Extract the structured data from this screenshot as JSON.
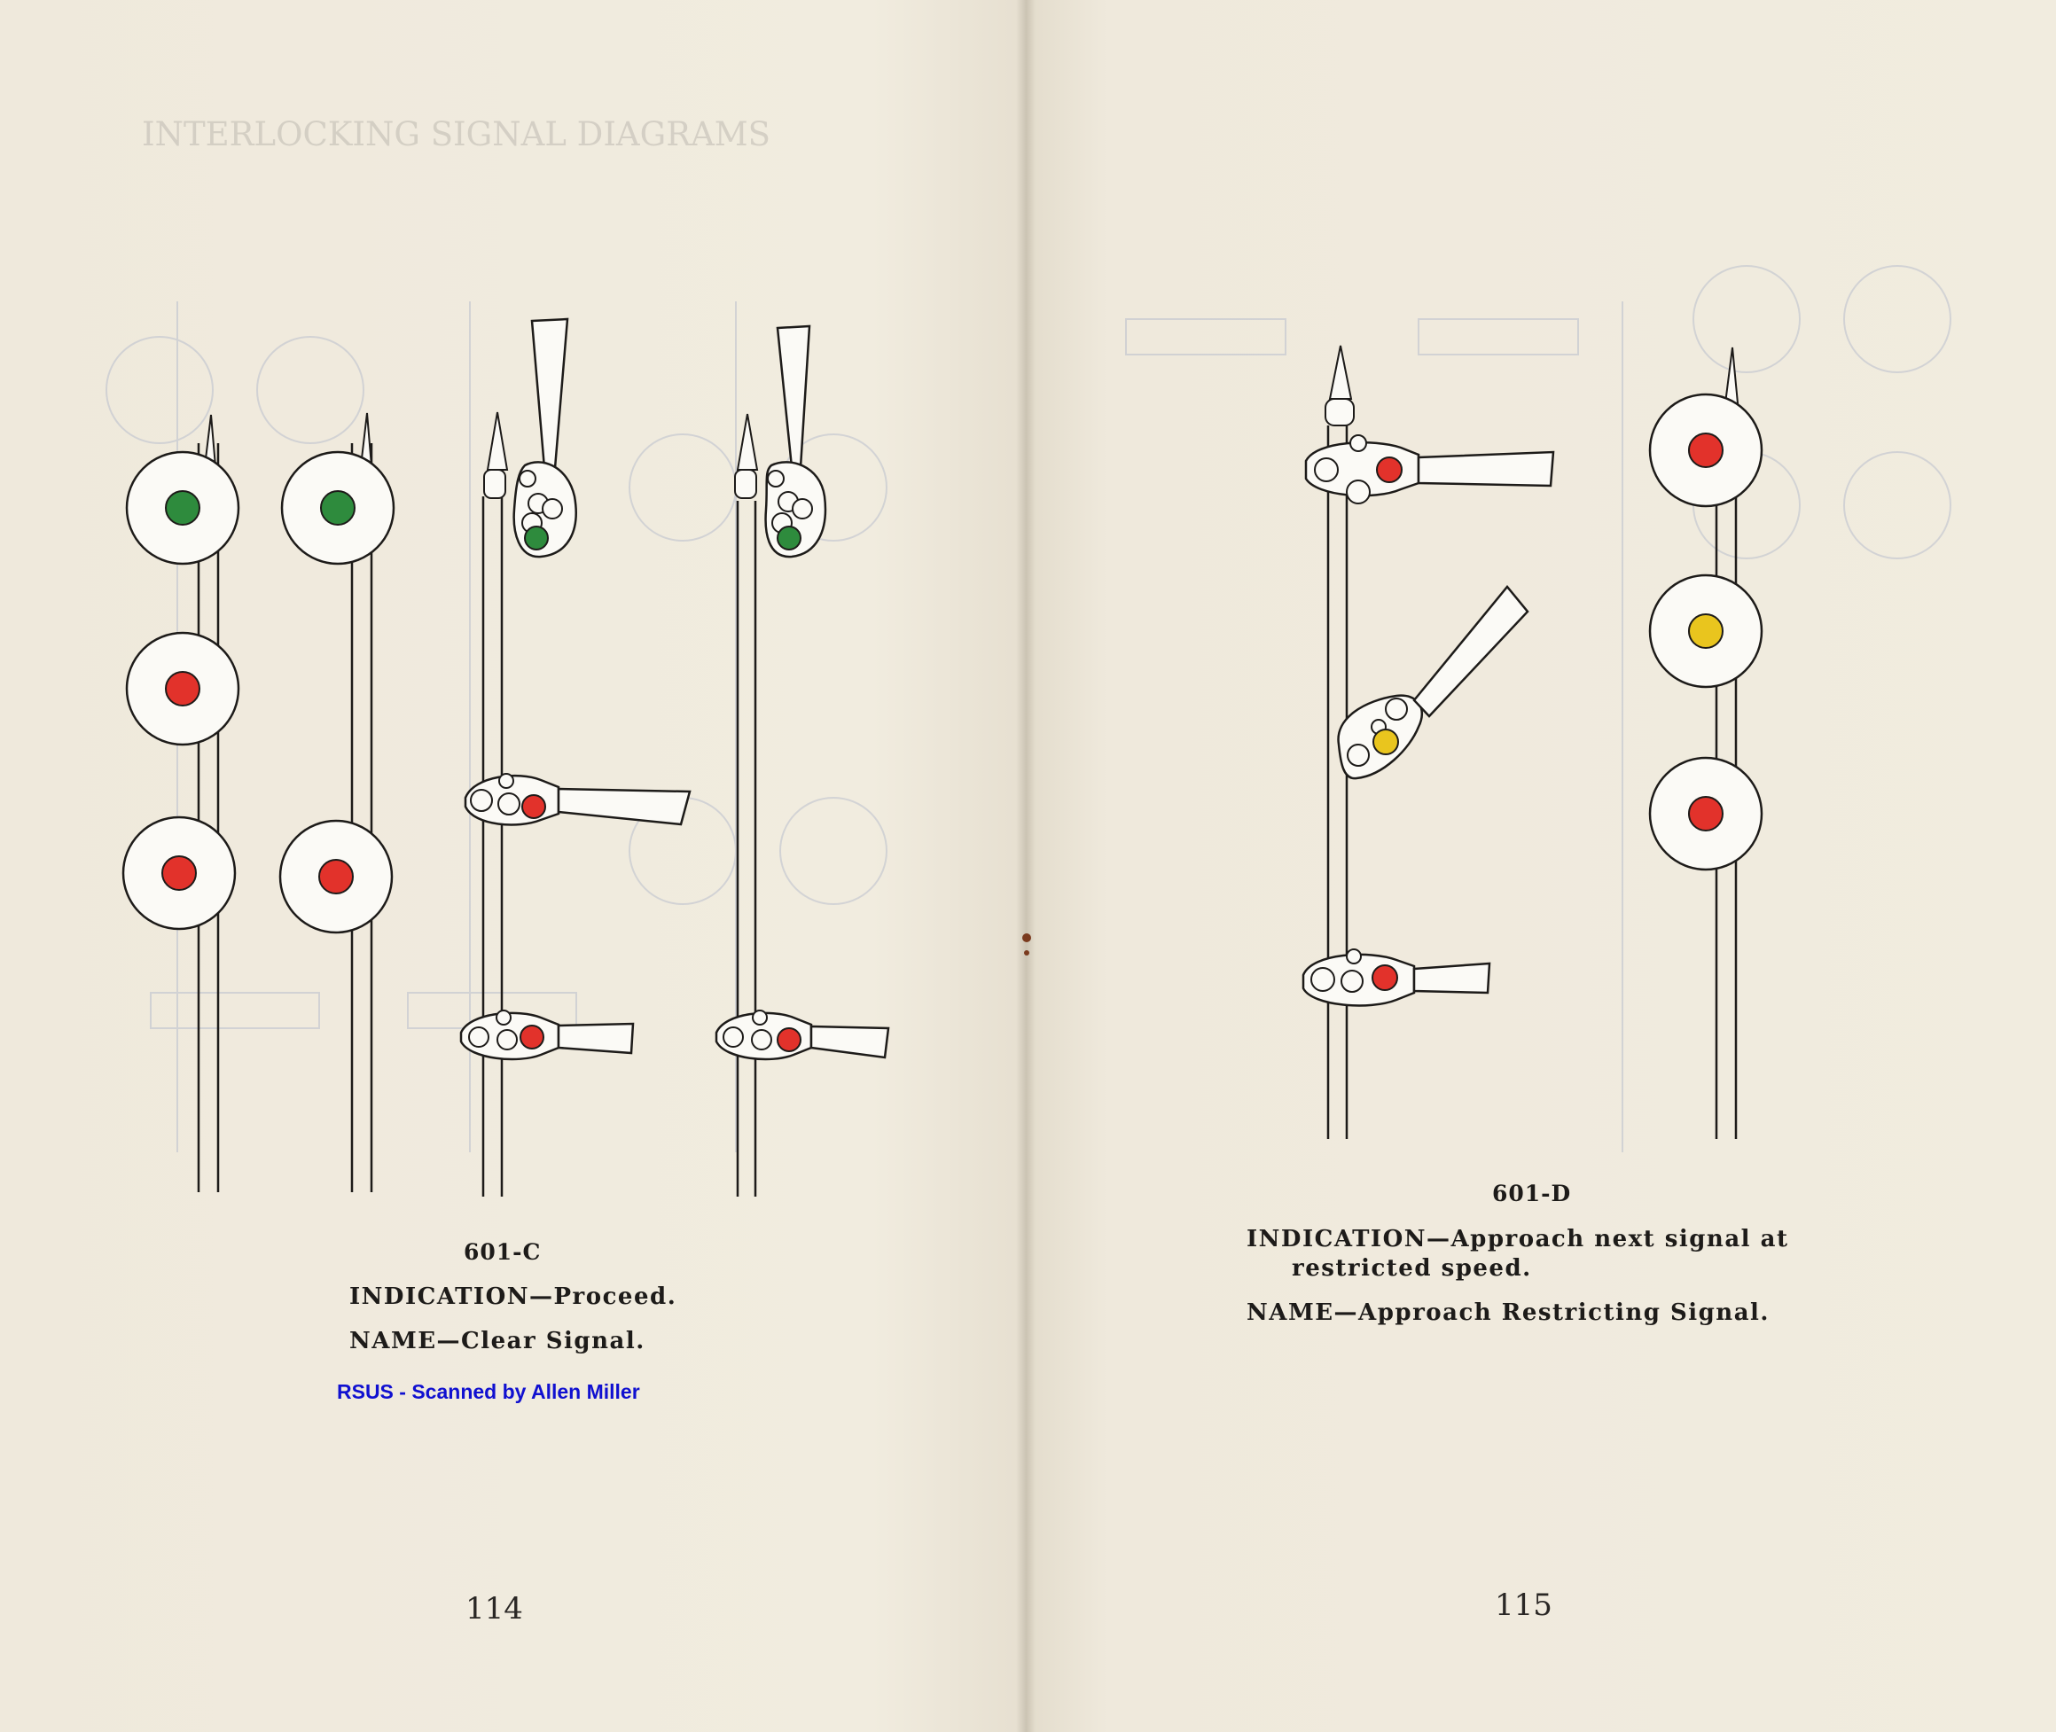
{
  "left_page": {
    "figure_id": "601-C",
    "indication": "INDICATION—Proceed.",
    "name": "NAME—Clear Signal.",
    "scan_credit": "RSUS - Scanned by Allen Miller",
    "page_number": "114",
    "bleed_through_heading": "INTERLOCKING SIGNAL DIAGRAMS"
  },
  "right_page": {
    "figure_id": "601-D",
    "indication_line1": "INDICATION—Approach next signal at",
    "indication_line2": "restricted speed.",
    "name": "NAME—Approach Restricting Signal.",
    "page_number": "115"
  },
  "colors": {
    "paper": "#efe9dc",
    "ink": "#1d1b19",
    "signal_green": "#2e8b3d",
    "signal_red": "#e2322b",
    "signal_yellow": "#e9c51e",
    "scan_credit_blue": "#1010d0"
  },
  "lamp_sequence": {
    "light_signal_1": [
      "green",
      "red",
      "red"
    ],
    "light_signal_2": [
      "green",
      "red"
    ],
    "semaphore_signal_3": [
      "green",
      "red",
      "red"
    ],
    "semaphore_signal_4": [
      "green",
      "red"
    ],
    "semaphore_signal_601D": [
      "red",
      "yellow",
      "red"
    ],
    "light_signal_601D": [
      "red",
      "yellow",
      "red"
    ]
  }
}
